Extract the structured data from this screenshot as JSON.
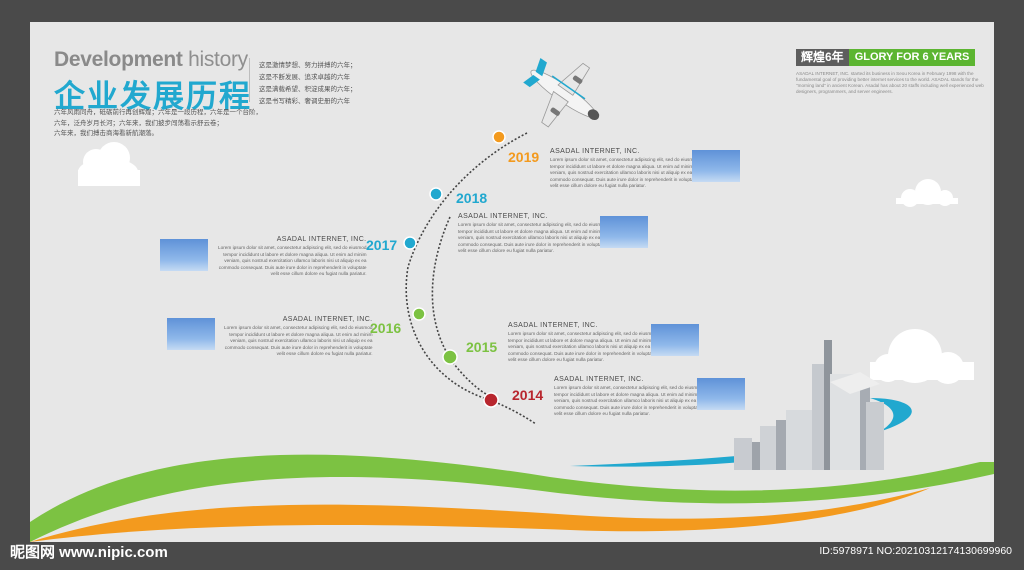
{
  "header": {
    "title_en_bold": "Development",
    "title_en_light": " history",
    "title_cn": "企业发展历程",
    "slogan_lines": [
      "这是激情梦想、努力拼搏的六年；",
      "这是不断发展、追求卓越的六年",
      "这是满载希望、积淀成果的六年；",
      "这是书写精彩、奢调史册的六年"
    ],
    "intro_lines": [
      "六年风雨同舟，砥砺前行再创辉煌；六年是一段历程，六年是一个台阶，",
      "六年，泛舟岁月长河；六年来，我们披步闯荡看示舒云卷；",
      "六年来，我们搏击商海看新航潮落。"
    ]
  },
  "badge": {
    "cn": "辉煌6年",
    "en": "GLORY FOR 6 YEARS",
    "about": "ASADAL INTERNET, INC. started its business in Seou Korea in February 1998 with the fundamental goal of providing better internet services to the world. ASADAL stands for the \"morning land\" in ancient Korean. Asadal has about 20 staffs including well experienced web designers, programmers, and server engineers."
  },
  "timeline": [
    {
      "year": "2019",
      "company": "ASADAL INTERNET, INC.",
      "lines": [
        "Lorem ipsum dolor sit amet, consectetur adipiscing elit, sed do eiusmod",
        "tempor incididunt ut labore et dolore magna aliqua. Ut enim ad minim",
        "veniam, quis nostrud exercitation ullamco laboris nisi ut aliquip ex ea",
        "commodo consequat. Duis aute irure dolor in reprehenderit in voluptate",
        "velit esse cillum dolore eu fugiat nulla pariatur."
      ]
    },
    {
      "year": "2018",
      "company": "ASADAL INTERNET, INC.",
      "lines": [
        "Lorem ipsum dolor sit amet, consectetur adipiscing elit, sed do eiusmod",
        "tempor incididunt ut labore et dolore magna aliqua. Ut enim ad minim",
        "veniam, quis nostrud exercitation ullamco laboris nisi ut aliquip ex ea",
        "commodo consequat. Duis aute irure dolor in reprehenderit in voluptate",
        "velit esse cillum dolore eu fugiat nulla pariatur."
      ]
    },
    {
      "year": "2017",
      "company": "ASADAL INTERNET, INC.",
      "lines": [
        "Lorem ipsum dolor sit amet, consectetur adipiscing elit, sed do eiusmod",
        "tempor incididunt ut labore et dolore magna aliqua. Ut enim ad minim",
        "veniam, quis nostrud exercitation ullamco laboris nisi ut aliquip ex ea",
        "commodo consequat. Duis aute irure dolor in reprehenderit in voluptate",
        "velit esse cillum dolore eu fugiat nulla pariatur."
      ]
    },
    {
      "year": "2016",
      "company": "ASADAL INTERNET, INC.",
      "lines": [
        "Lorem ipsum dolor sit amet, consectetur adipiscing elit, sed do eiusmod",
        "tempor incididunt ut labore et dolore magna aliqua. Ut enim ad minim",
        "veniam, quis nostrud exercitation ullamco laboris nisi ut aliquip ex ea",
        "commodo consequat. Duis aute irure dolor in reprehenderit in voluptate",
        "velit esse cillum dolore eu fugiat nulla pariatur."
      ]
    },
    {
      "year": "2015",
      "company": "ASADAL INTERNET, INC.",
      "lines": [
        "Lorem ipsum dolor sit amet, consectetur adipiscing elit, sed do eiusmod",
        "tempor incididunt ut labore et dolore magna aliqua. Ut enim ad minim",
        "veniam, quis nostrud exercitation ullamco laboris nisi ut aliquip ex ea",
        "commodo consequat. Duis aute irure dolor in reprehenderit in voluptate",
        "velit esse cillum dolore eu fugiat nulla pariatur."
      ]
    },
    {
      "year": "2014",
      "company": "ASADAL INTERNET, INC.",
      "lines": [
        "Lorem ipsum dolor sit amet, consectetur adipiscing elit, sed do eiusmod",
        "tempor incididunt ut labore et dolore magna aliqua. Ut enim ad minim",
        "veniam, quis nostrud exercitation ullamco laboris nisi ut aliquip ex ea",
        "commodo consequat. Duis aute irure dolor in reprehenderit in voluptate",
        "velit esse cillum dolore eu fugiat nulla pariatur."
      ]
    }
  ],
  "colors": {
    "orange": "#f39a1e",
    "teal": "#21a8cf",
    "green": "#7cc242",
    "red": "#b8262e"
  },
  "watermark": {
    "site": "昵图网 www.nipic.com",
    "id": "ID:5978971 NO:20210312174130699960"
  }
}
